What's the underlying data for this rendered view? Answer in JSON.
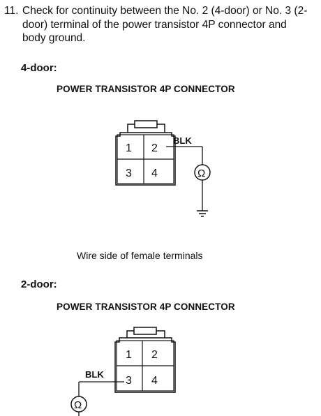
{
  "step": {
    "number": "11.",
    "text": "Check for continuity between the No. 2 (4-door) or No. 3 (2-door) terminal of the power transistor 4P connector and body ground."
  },
  "sections": [
    {
      "label": "4-door:",
      "connector_title": "POWER TRANSISTOR 4P CONNECTOR",
      "pins": [
        "1",
        "2",
        "3",
        "4"
      ],
      "wire_label": "BLK",
      "meter_symbol": "Ω"
    },
    {
      "label": "2-door:",
      "connector_title": "POWER TRANSISTOR 4P CONNECTOR",
      "pins": [
        "1",
        "2",
        "3",
        "4"
      ],
      "wire_label": "BLK",
      "meter_symbol": "Ω"
    }
  ],
  "caption": "Wire side of female terminals"
}
